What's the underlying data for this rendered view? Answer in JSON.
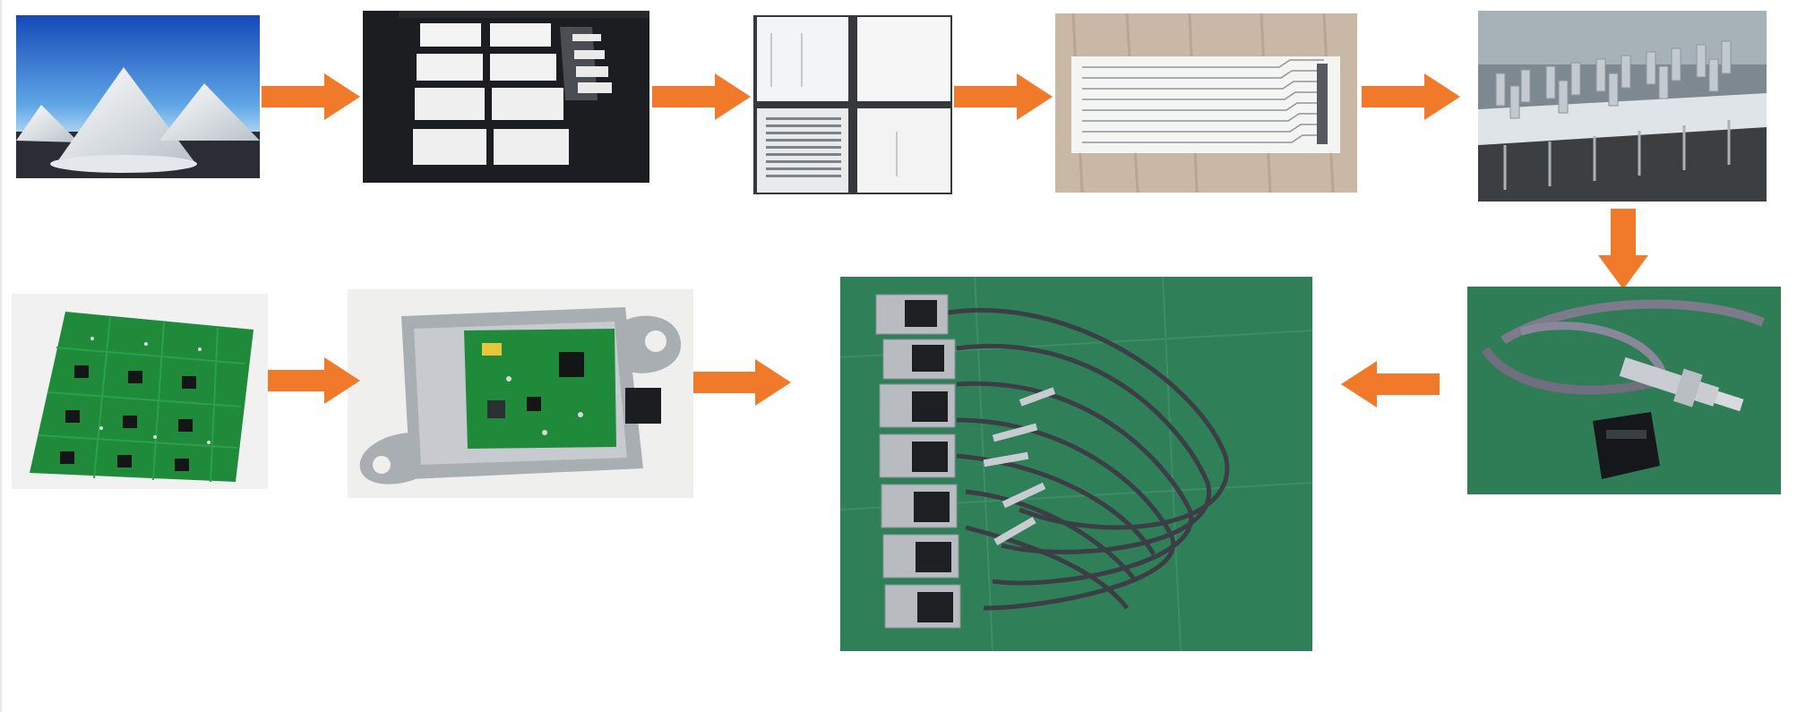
{
  "colors": {
    "arrow": "#F07A2A",
    "pcb_green": "#1E8A3A",
    "mat_green": "#2E7D56",
    "sky_top": "#1C5FC4",
    "sky_bottom": "#BFE0F7"
  },
  "steps": [
    {
      "id": "powder",
      "icon": "powder-piles-photo"
    },
    {
      "id": "substrate-sheets",
      "icon": "ceramic-sheets-photo"
    },
    {
      "id": "printed-tiles",
      "icon": "printed-tiles-photo"
    },
    {
      "id": "sensor-strips",
      "icon": "sensor-strips-photo"
    },
    {
      "id": "sensor-elements",
      "icon": "sensor-elements-fixture-photo"
    },
    {
      "id": "probe-assembly",
      "icon": "probe-cable-photo"
    },
    {
      "id": "finished-sensors",
      "icon": "finished-sensors-photo"
    },
    {
      "id": "control-module",
      "icon": "control-module-photo"
    },
    {
      "id": "pcb-panel",
      "icon": "pcb-panel-photo"
    }
  ]
}
